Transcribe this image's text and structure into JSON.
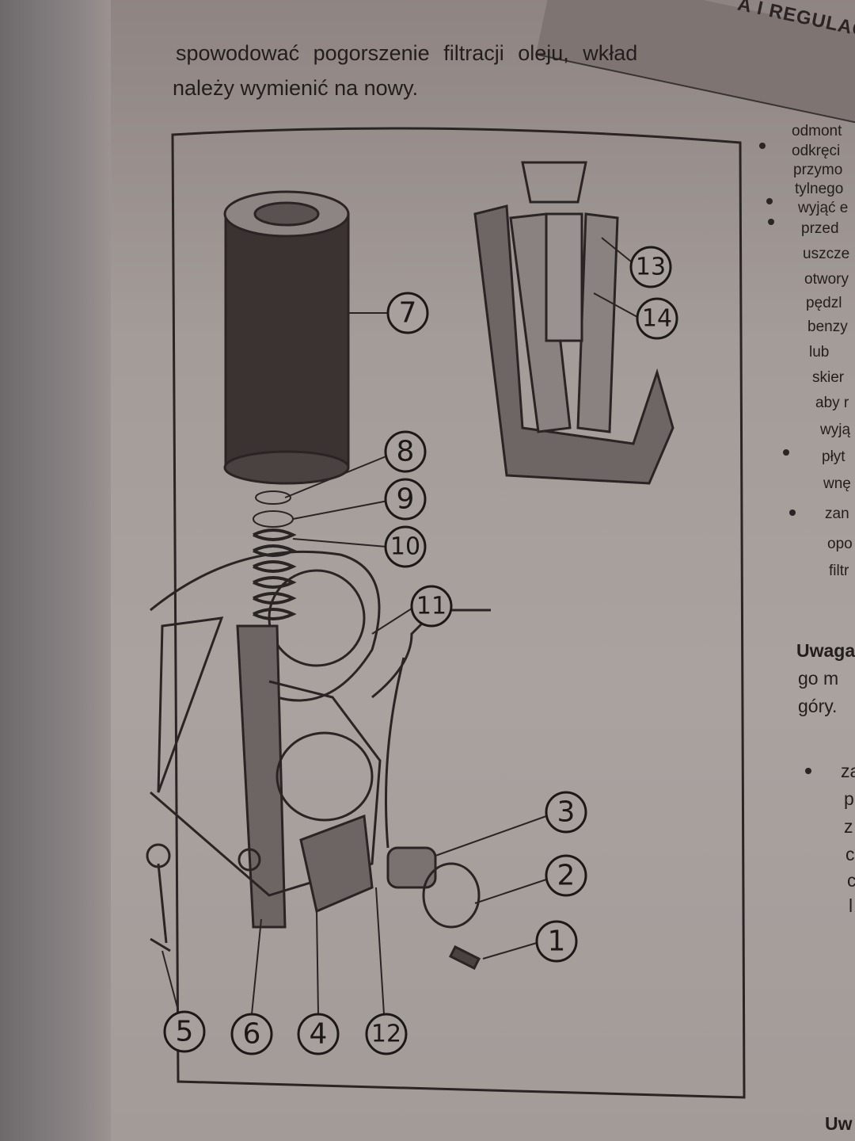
{
  "header": {
    "section_title": "A I REGULACJ"
  },
  "intro_text": {
    "line1": "spowodować pogorszenie filtracji oleju, wkład",
    "line2": "należy wymienić na nowy."
  },
  "figure": {
    "callouts": [
      "7",
      "8",
      "9",
      "10",
      "11",
      "13",
      "14",
      "3",
      "2",
      "1",
      "5",
      "6",
      "4",
      "12"
    ]
  },
  "right_column": {
    "lines": [
      "odmont",
      "odkręci",
      "przymo",
      "tylnego",
      "wyjąć e",
      "przed",
      "uszcze",
      "otwory",
      "pędzl",
      "benzy",
      "lub",
      "skier",
      "aby r",
      "wyją",
      "płyt",
      "wnę",
      "zan",
      "opo",
      "filtr"
    ],
    "note_label": "Uwaga",
    "note_lines": [
      "go m",
      "góry."
    ],
    "lines2": [
      "za",
      "p",
      "z",
      "c",
      "c",
      "l"
    ],
    "footer_label": "Uw"
  }
}
